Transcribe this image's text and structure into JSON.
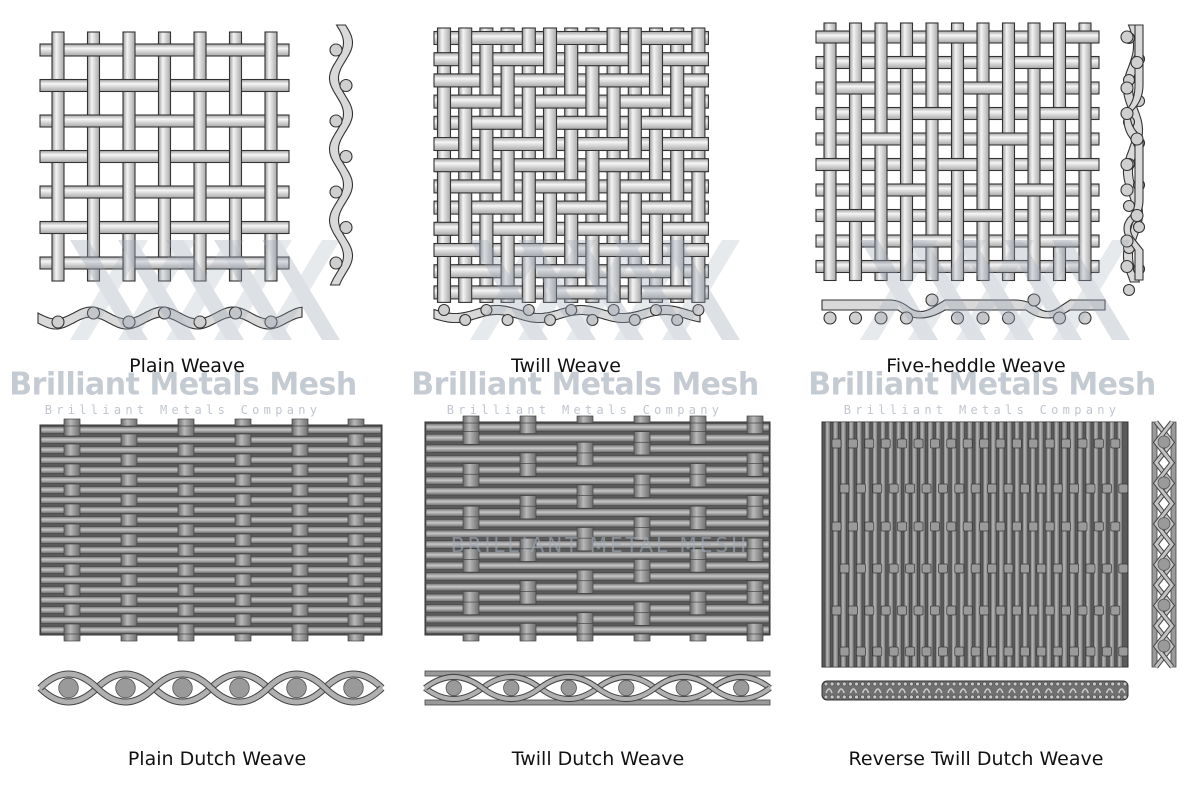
{
  "figure": {
    "panels": [
      {
        "id": "plain",
        "caption": "Plain Weave",
        "watermark_brand": "Brilliant Metals Mesh",
        "watermark_company": "Brilliant Metals Company"
      },
      {
        "id": "twill",
        "caption": "Twill Weave",
        "watermark_brand": "Brilliant Metals Mesh",
        "watermark_company": "Brilliant Metals Company"
      },
      {
        "id": "five-heddle",
        "caption": "Five-heddle Weave",
        "watermark_brand": "Brilliant Metals Mesh",
        "watermark_company": "Brilliant Metals Company"
      },
      {
        "id": "plain-dutch",
        "caption": "Plain Dutch Weave"
      },
      {
        "id": "twill-dutch",
        "caption": "Twill Dutch Weave"
      },
      {
        "id": "reverse-twill-dutch",
        "caption": "Reverse Twill Dutch Weave"
      }
    ],
    "center_watermark": "BRILLIANT METAL MESH"
  },
  "colors": {
    "background": "#ffffff",
    "wire_light": "#e6e6e6",
    "wire_mid": "#b5b5b5",
    "wire_outline": "#333333",
    "dutch_dark": "#5a5a5a",
    "dutch_mid": "#8a8a8a",
    "watermark": "#a0aab9"
  }
}
